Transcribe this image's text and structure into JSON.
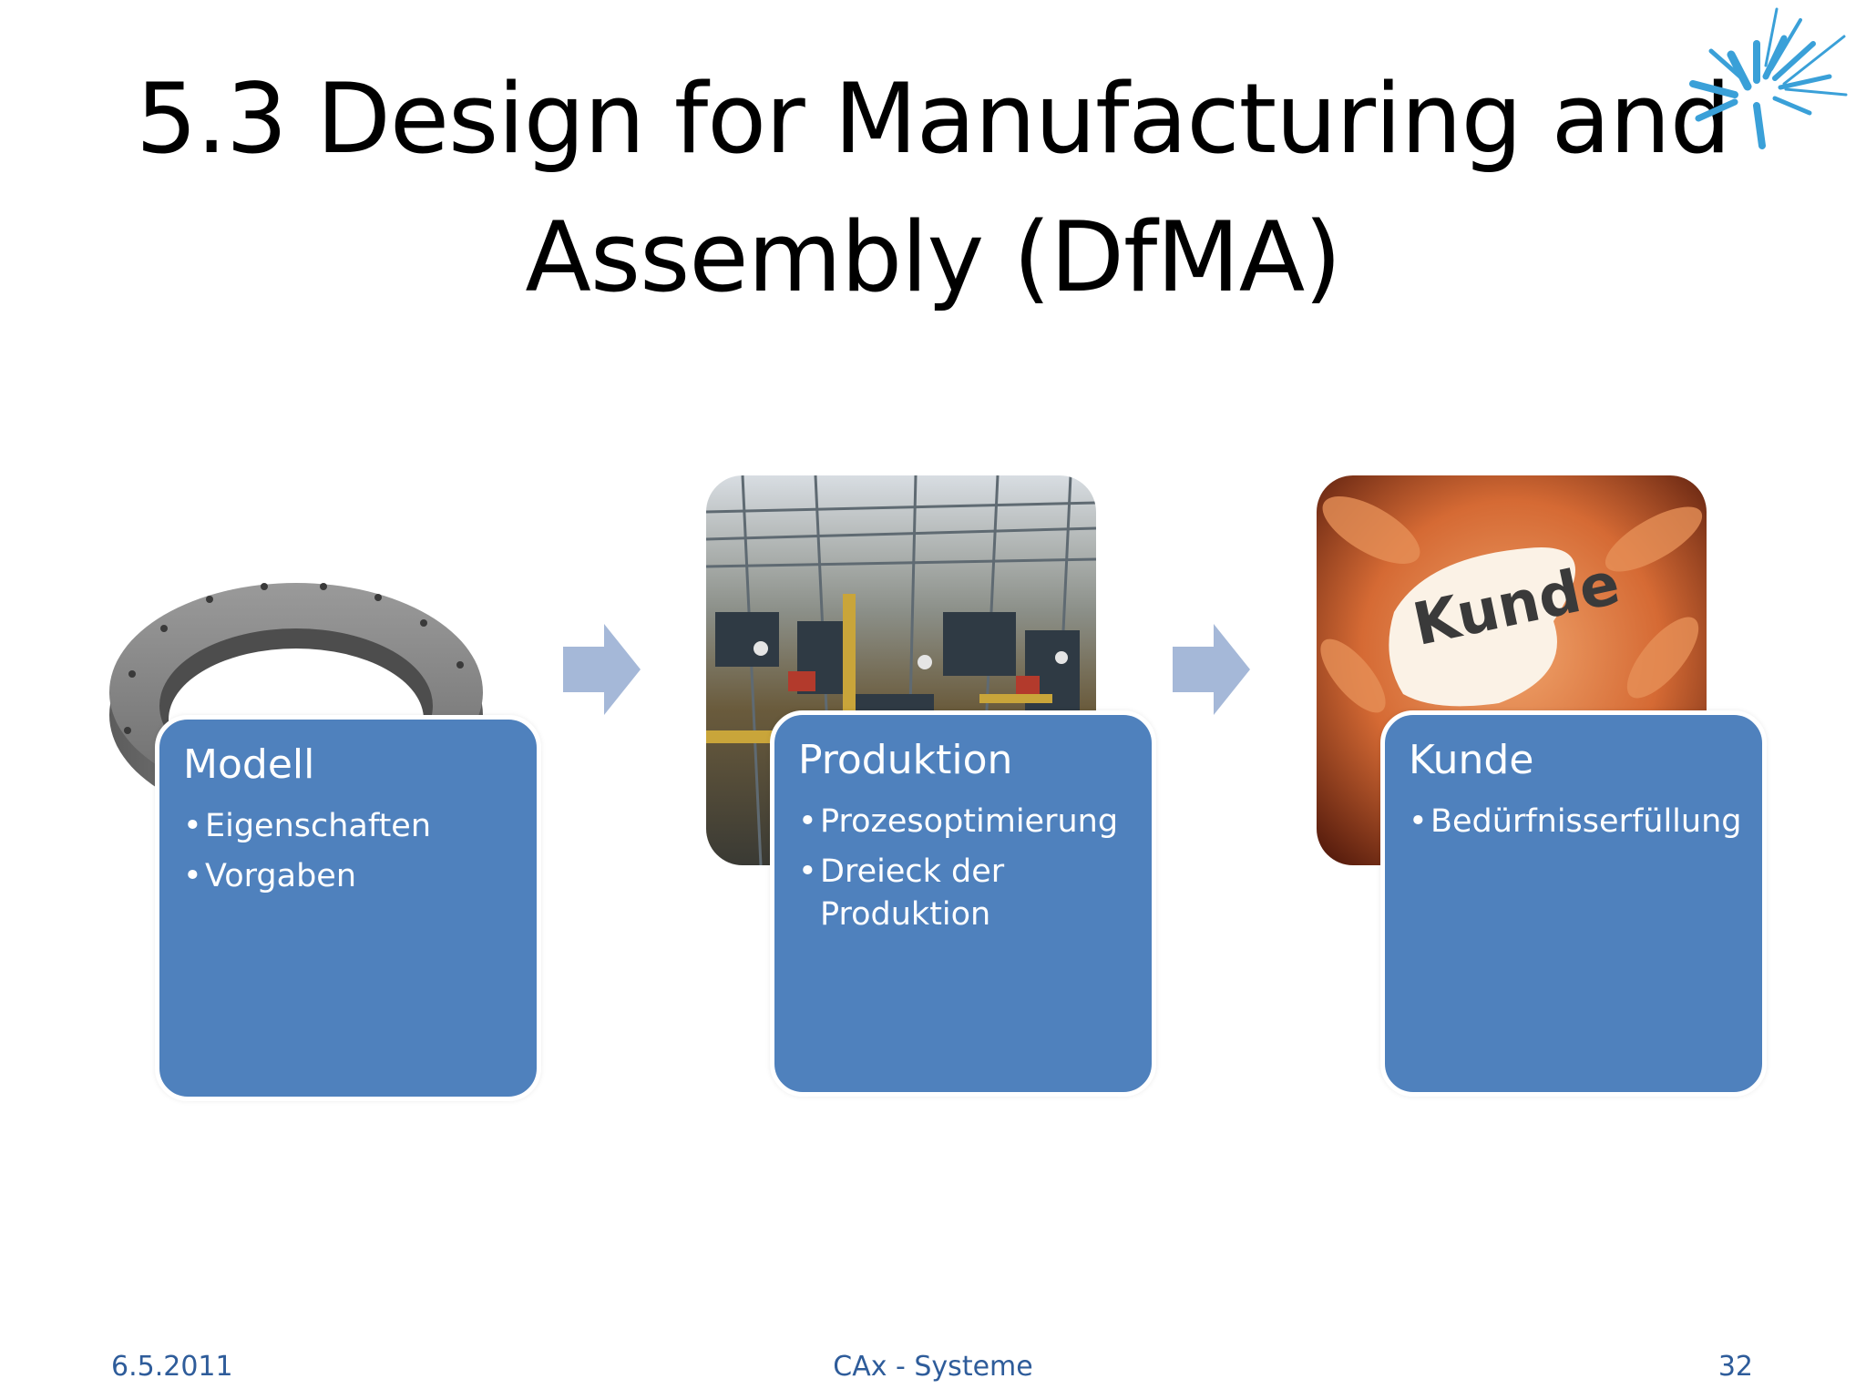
{
  "slide": {
    "title_line1": "5.3 Design for Manufacturing and",
    "title_line2": "Assembly (DfMA)"
  },
  "steps": [
    {
      "title": "Modell",
      "bullets": [
        "Eigenschaften",
        "Vorgaben"
      ],
      "image": "gray-flange-ring"
    },
    {
      "title": "Produktion",
      "bullets": [
        "Prozesoptimierung",
        "Dreieck der Produktion"
      ],
      "image": "factory-production-hall"
    },
    {
      "title": "Kunde",
      "bullets": [
        "Bedürfnisserfüllung"
      ],
      "image": "hands-holding-card",
      "image_text": "Kunde"
    }
  ],
  "bullet_symbol": "•",
  "footer": {
    "date": "6.5.2011",
    "center": "CAx - Systeme",
    "page": "32"
  },
  "colors": {
    "card": "#4f81bd",
    "arrow": "#a5b8d8",
    "footer_text": "#2e5c9a",
    "logo": "#3aa0d8"
  },
  "icons": {
    "logo": "starburst-logo-icon",
    "arrow": "chevron-right-arrow-icon"
  }
}
